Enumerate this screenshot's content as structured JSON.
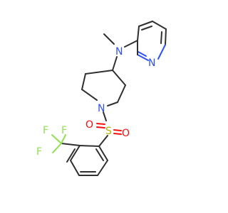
{
  "atoms": {
    "n_methylamine": "N",
    "n_pyridine": "N",
    "n_piperidine": "N",
    "sulfur": "S",
    "oxygen_left": "O",
    "oxygen_right": "O",
    "f_top_left": "F",
    "f_top_right": "F",
    "f_left": "F"
  },
  "colors": {
    "carbon_bond": "#303030",
    "nitrogen": "#3050F8",
    "sulfur": "#B2B200",
    "oxygen": "#FF0D0D",
    "fluorine": "#90E050"
  }
}
